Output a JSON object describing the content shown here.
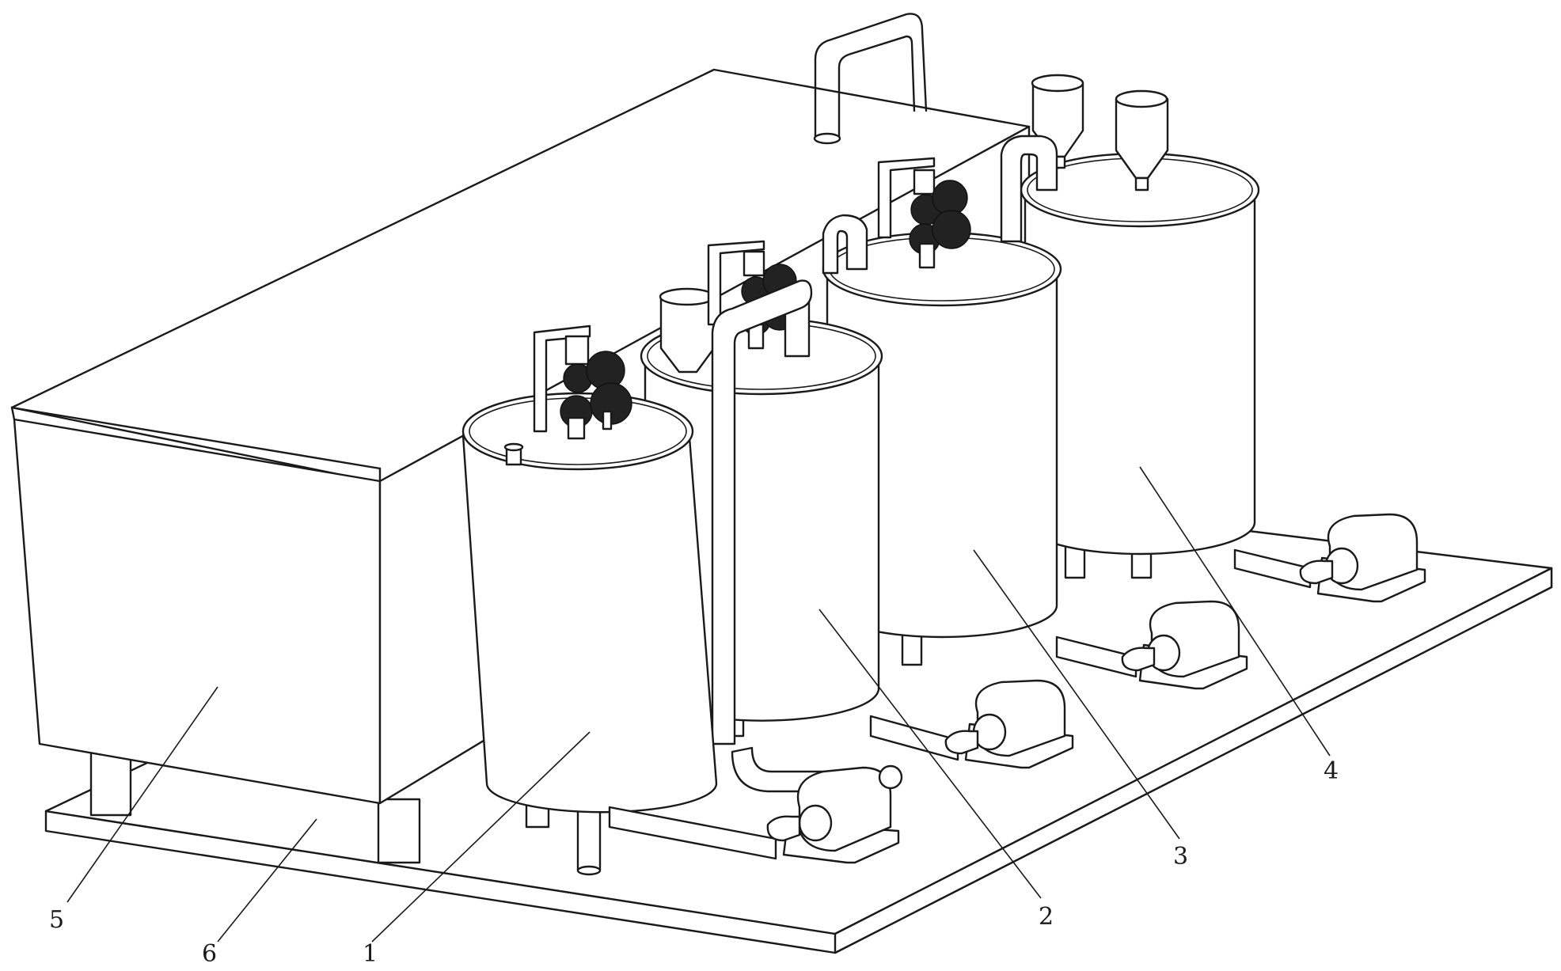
{
  "labels": [
    {
      "id": "1",
      "text": "1"
    },
    {
      "id": "2",
      "text": "2"
    },
    {
      "id": "3",
      "text": "3"
    },
    {
      "id": "4",
      "text": "4"
    },
    {
      "id": "5",
      "text": "5"
    },
    {
      "id": "6",
      "text": "6"
    }
  ],
  "colors": {
    "line": "#1a1a1a",
    "fill": "#ffffff",
    "gear": "#222222"
  }
}
